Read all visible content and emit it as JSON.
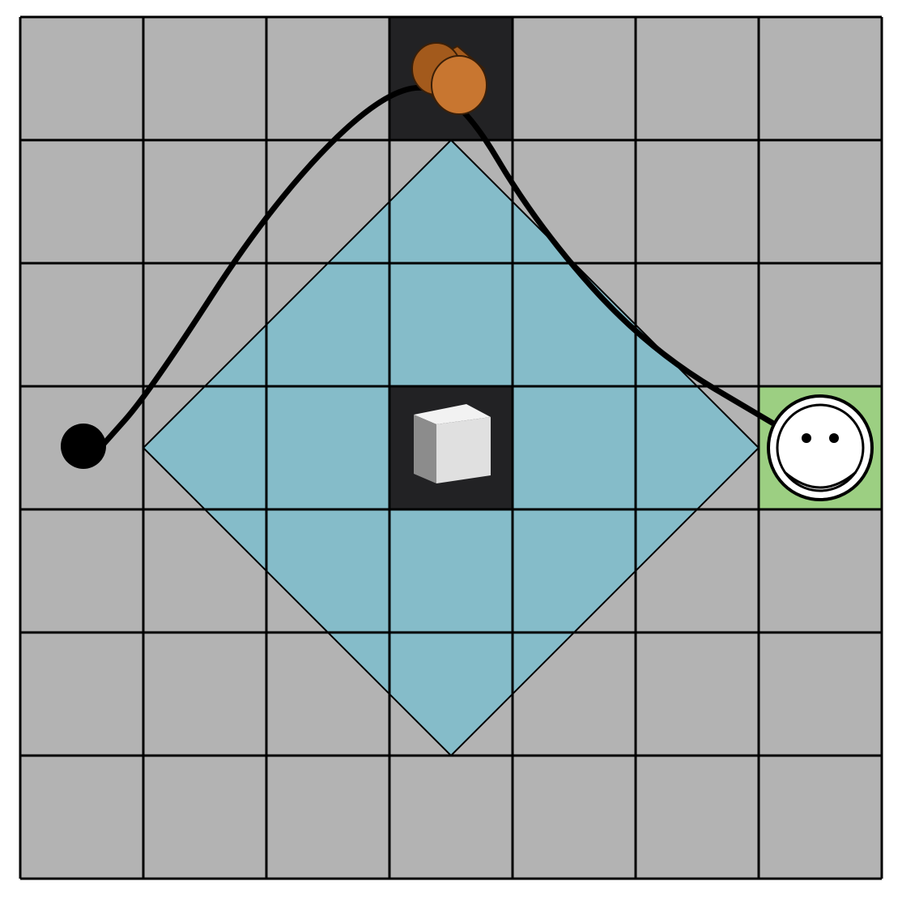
{
  "board": {
    "rows": 7,
    "cols": 7,
    "colors": {
      "floor": "#b3b3b3",
      "wall": "#222224",
      "goal": "#9ccf82",
      "vision": "#85bcc9",
      "grid_line": "#000000",
      "path": "#000000"
    }
  },
  "cells": [
    {
      "name": "wall-cell-top",
      "row": 0,
      "col": 3,
      "kind": "wall"
    },
    {
      "name": "wall-cell-center",
      "row": 3,
      "col": 3,
      "kind": "wall"
    },
    {
      "name": "goal-cell",
      "row": 3,
      "col": 6,
      "kind": "goal"
    }
  ],
  "vision_zone": {
    "center": {
      "row": 3,
      "col": 3
    },
    "radius_cells": 2.5
  },
  "pieces": {
    "agent": {
      "icon": "robot-face-icon",
      "row": 3,
      "col": 6
    },
    "barrel": {
      "icon": "barrel-icon",
      "row": 0,
      "col": 3,
      "color": "#c87630"
    },
    "cube": {
      "icon": "cube-icon",
      "row": 3,
      "col": 3
    },
    "start_marker": {
      "icon": "start-dot-icon",
      "row": 3,
      "col": 0
    }
  },
  "path": {
    "description_free": true,
    "waypoints": [
      {
        "row": 3.0,
        "col": 0.65
      },
      {
        "row": 2.55,
        "col": 1.05
      },
      {
        "row": 1.0,
        "col": 2.05
      },
      {
        "row": 0.05,
        "col": 3.0
      },
      {
        "row": 0.1,
        "col": 3.55
      },
      {
        "row": 1.2,
        "col": 4.2
      },
      {
        "row": 2.2,
        "col": 5.1
      },
      {
        "row": 2.85,
        "col": 6.2
      }
    ]
  }
}
